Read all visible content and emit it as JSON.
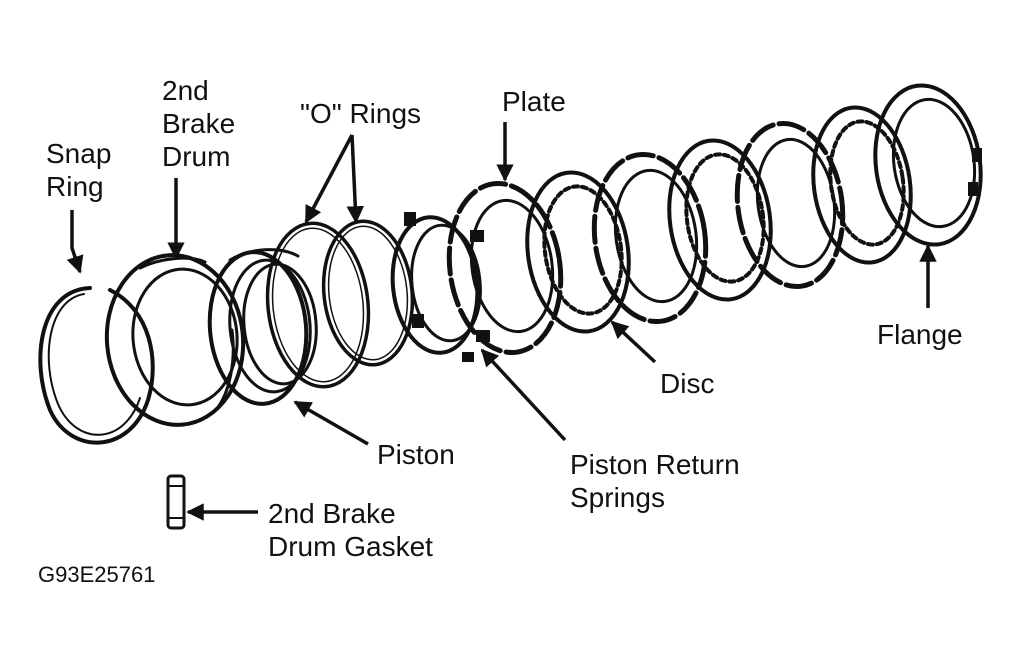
{
  "labels": {
    "snap_ring": [
      "Snap",
      "Ring"
    ],
    "brake_drum": [
      "2nd",
      "Brake",
      "Drum"
    ],
    "o_rings": "\"O\" Rings",
    "plate": "Plate",
    "flange": "Flange",
    "disc": "Disc",
    "piston": "Piston",
    "piston_return_springs": [
      "Piston Return",
      "Springs"
    ],
    "drum_gasket": [
      "2nd Brake",
      "Drum Gasket"
    ]
  },
  "figure_id": "G93E25761",
  "colors": {
    "ink": "#111111",
    "background": "#ffffff"
  }
}
